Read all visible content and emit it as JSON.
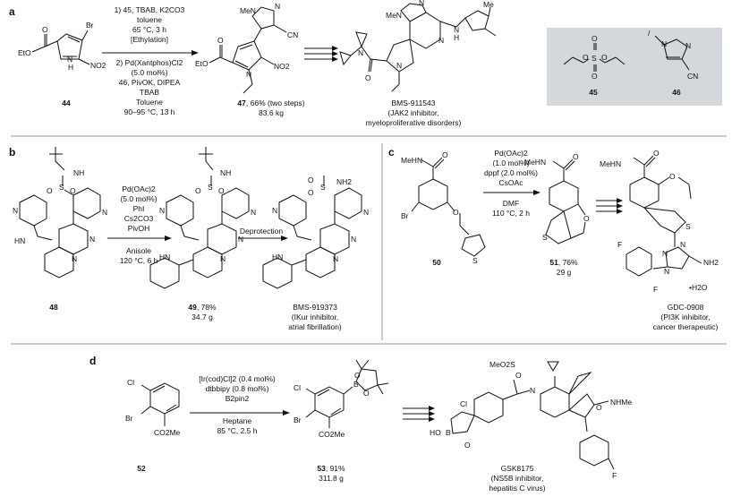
{
  "panels": {
    "a": {
      "label": "a",
      "start": {
        "id": "44",
        "ester": "EtO",
        "carbonyl": "O",
        "br": "Br",
        "nh": "H",
        "nh_n": "N",
        "no2": "NO2"
      },
      "conditions": [
        "1) 45, TBAB, K2CO3",
        "toluene",
        "65 °C, 3 h",
        "[Ethylation]",
        "2) Pd(Xantphos)Cl2",
        "(5.0 mol%)",
        "46, PivOK, DIPEA",
        "TBAB",
        "Toluene",
        "90–95 °C, 13 h"
      ],
      "product": {
        "id": "47",
        "yield": ", 66% (two steps)",
        "mass": "83.6 kg",
        "mein": "MeN",
        "ring_n": "N",
        "cn": "CN",
        "ester": "EtO",
        "carbonyl": "O",
        "n": "N",
        "no2": "NO2"
      },
      "target": {
        "name": "BMS-911543",
        "desc1": "(JAK2 inhibitor,",
        "desc2": "myeloproliferative disorders)",
        "mein": "MeN",
        "n1": "N",
        "n2": "N",
        "n3": "N",
        "n4": "N",
        "n5": "N",
        "nh": "H",
        "me": "Me",
        "o": "O"
      },
      "reagents": {
        "r45": "45",
        "r46": "46",
        "s": "S",
        "o1": "O",
        "o2": "O",
        "o3": "O",
        "o4": "O",
        "n_me": "N",
        "n2": "N",
        "cn": "CN"
      }
    },
    "b": {
      "label": "b",
      "start": {
        "id": "48",
        "nh": "NH",
        "hn": "HN",
        "s": "S",
        "o1": "O",
        "o2": "O",
        "n1": "N",
        "n2": "N",
        "n3": "N",
        "n4": "N"
      },
      "conditions": [
        "Pd(OAc)2",
        "(5.0 mol%)",
        "PhI",
        "Cs2CO3",
        "PivOH",
        "Anisole",
        "120 °C, 6 h"
      ],
      "product": {
        "id": "49",
        "yield": ", 78%",
        "mass": "34.7 g",
        "nh": "NH",
        "hn": "HN",
        "s": "S",
        "o1": "O",
        "o2": "O",
        "n1": "N",
        "n2": "N",
        "n3": "N",
        "n4": "N"
      },
      "step2": "Deprotection",
      "target": {
        "name": "BMS-919373",
        "desc1": "(IKur inhibitor,",
        "desc2": "atrial fibrillation)",
        "nh2": "NH2",
        "hn": "HN",
        "s": "S",
        "o1": "O",
        "o2": "O",
        "n1": "N",
        "n2": "N",
        "n3": "N",
        "n4": "N"
      }
    },
    "c": {
      "label": "c",
      "start": {
        "id": "50",
        "mehn": "MeHN",
        "o": "O",
        "br": "Br",
        "o2": "O",
        "s": "S"
      },
      "conditions": [
        "Pd(OAc)2",
        "(1.0 mol%)",
        "dppf (2.0 mol%)",
        "CsOAc",
        "DMF",
        "110 °C, 2 h"
      ],
      "product": {
        "id": "51",
        "yield": ", 76%",
        "mass": "29 g",
        "mehn": "MeHN",
        "o": "O",
        "o2": "O",
        "s": "S"
      },
      "target": {
        "name": "GDC-0908",
        "desc1": "(PI3K inhibitor,",
        "desc2": "cancer therapeutic)",
        "hydrate": "•H2O",
        "mehn": "MeHN",
        "o": "O",
        "o2": "O",
        "s": "S",
        "f": "F",
        "f2": "F",
        "n1": "N",
        "n2": "N",
        "n3": "N",
        "nh2": "NH2"
      }
    },
    "d": {
      "label": "d",
      "start": {
        "id": "52",
        "cl": "Cl",
        "br": "Br",
        "ester": "CO2Me"
      },
      "conditions": [
        "[Ir(cod)Cl]2 (0.4 mol%)",
        "dtbbipy (0.8 mol%)",
        "B2pin2",
        "Heptane",
        "85 °C, 2.5 h"
      ],
      "product": {
        "id": "53",
        "yield": ", 91%",
        "mass": "311.8 g",
        "cl": "Cl",
        "br": "Br",
        "ester": "CO2Me",
        "b": "B",
        "o1": "O",
        "o2": "O"
      },
      "target": {
        "name": "GSK8175",
        "desc1": "(NS5B inhibitor,",
        "desc2": "hepatitis C virus)",
        "meo2s": "MeO2S",
        "n": "N",
        "cl": "Cl",
        "ho": "HO",
        "b": "B",
        "o": "O",
        "o2": "O",
        "o3": "O",
        "nhme": "NHMe",
        "f": "F"
      }
    }
  },
  "colors": {
    "reagent_box": "#d4d8dc",
    "divider": "#9a9a9a",
    "ink": "#111111"
  }
}
